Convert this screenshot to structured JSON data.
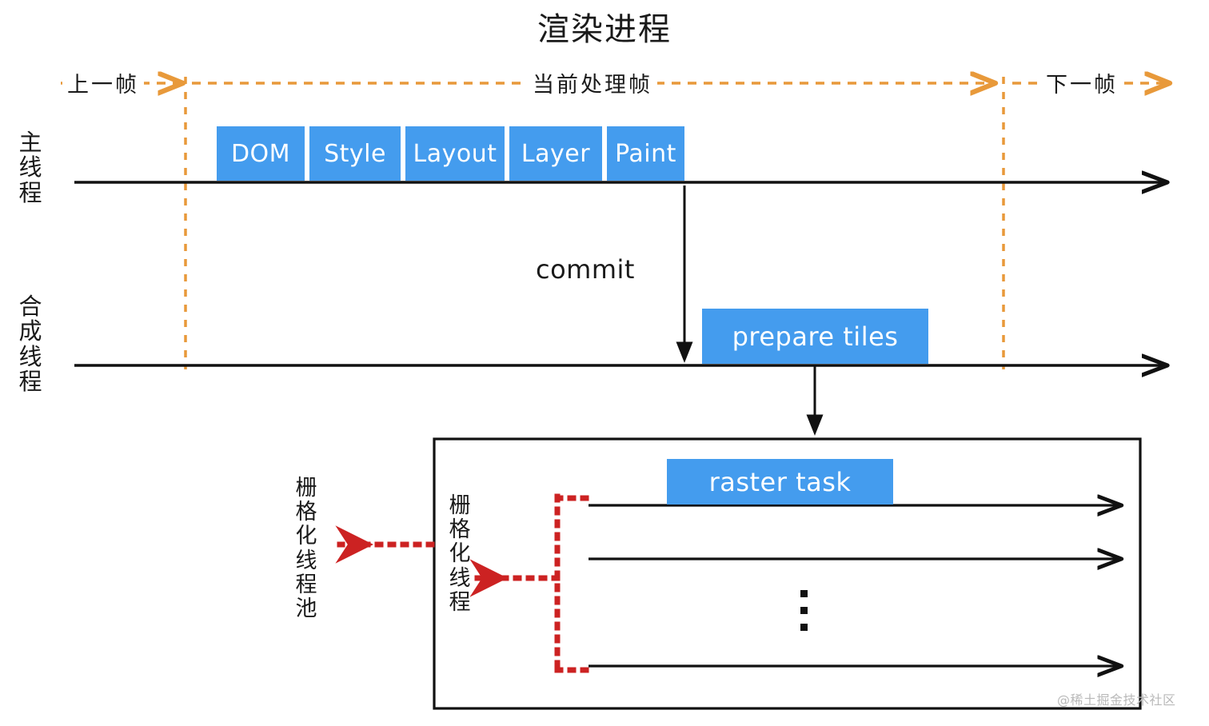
{
  "title": "渲染进程",
  "timeline": {
    "prev_frame_label": "上一帧",
    "current_frame_label": "当前处理帧",
    "next_frame_label": "下一帧",
    "dashed_color": "#e8993a"
  },
  "threads": {
    "main": {
      "label": "主线程",
      "chars": [
        "主",
        "线",
        "程"
      ]
    },
    "compositor": {
      "label": "合成线程",
      "chars": [
        "合",
        "成",
        "线",
        "程"
      ]
    }
  },
  "main_thread": {
    "blocks": [
      {
        "label": "DOM"
      },
      {
        "label": "Style"
      },
      {
        "label": "Layout"
      },
      {
        "label": "Layer"
      },
      {
        "label": "Paint"
      }
    ],
    "block_color": "#449cee"
  },
  "commit": {
    "label": "commit"
  },
  "compositor_thread": {
    "prepare_tiles_label": "prepare tiles"
  },
  "raster_pool": {
    "outer_label": "栅格化线程池",
    "outer_chars": [
      "栅",
      "格",
      "化",
      "线",
      "程",
      "池"
    ],
    "inner_label": "栅格化线程",
    "inner_chars": [
      "栅",
      "格",
      "化",
      "线",
      "程"
    ],
    "raster_task_label": "raster task",
    "ellipsis": "⋮",
    "task_line_count": 3,
    "arrow_color": "#cc2222"
  },
  "watermark": "@稀土掘金技术社区"
}
